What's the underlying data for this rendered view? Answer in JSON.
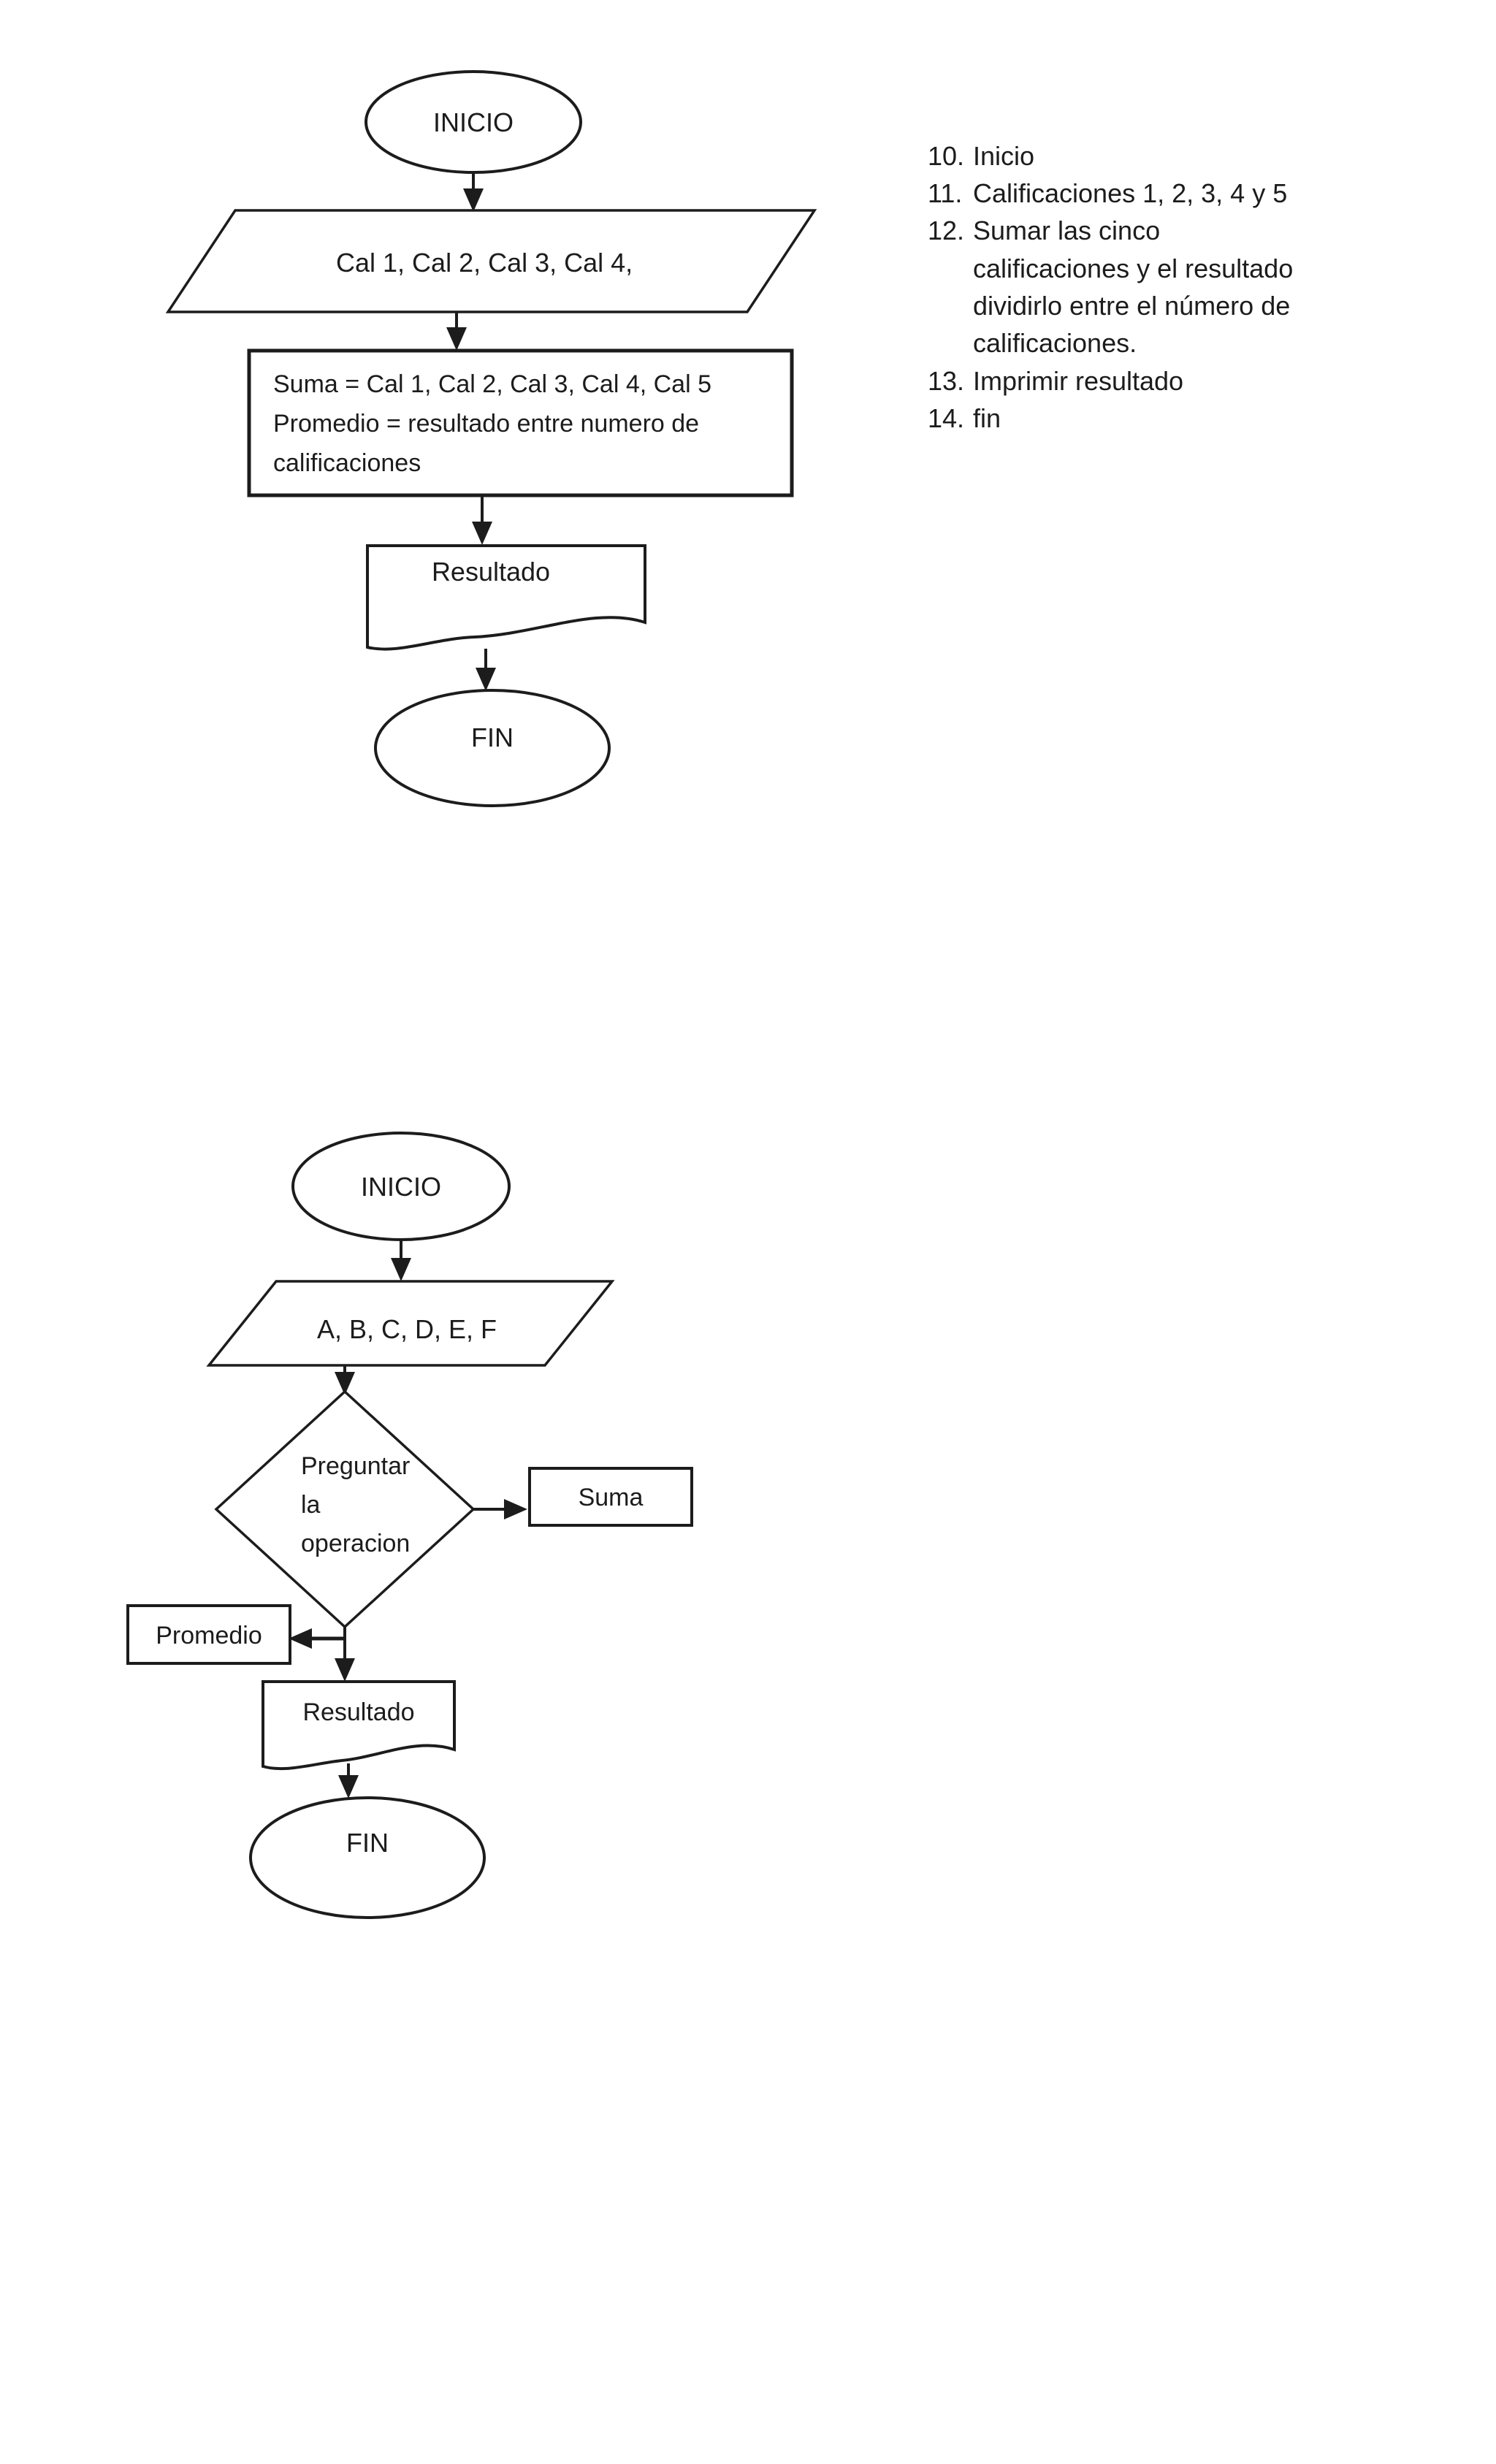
{
  "page": {
    "background": "#ffffff",
    "ink_color": "#1c1c1c"
  },
  "flowchart_top": {
    "start_label": "INICIO",
    "input_label": "Cal 1, Cal 2, Cal 3, Cal 4,",
    "process_lines": [
      "Suma = Cal 1, Cal 2, Cal 3, Cal 4, Cal 5",
      "Promedio = resultado entre numero de",
      "calificaciones"
    ],
    "output_label": "Resultado",
    "end_label": "FIN"
  },
  "numbered_list": {
    "rows": [
      {
        "num": "10.",
        "text": "Inicio"
      },
      {
        "num": "11.",
        "text": "Calificaciones 1, 2, 3, 4 y 5"
      },
      {
        "num": "12.",
        "text": "Sumar las cinco"
      },
      {
        "num": "",
        "text": "calificaciones y el resultado"
      },
      {
        "num": "",
        "text": "dividirlo entre el número de"
      },
      {
        "num": "",
        "text": "calificaciones."
      },
      {
        "num": "13.",
        "text": "Imprimir resultado"
      },
      {
        "num": "14.",
        "text": "fin"
      }
    ]
  },
  "flowchart_bottom": {
    "start_label": "INICIO",
    "input_label": "A, B, C, D, E, F",
    "decision_lines": [
      "Preguntar",
      "la",
      "operacion"
    ],
    "branch_right_label": "Suma",
    "branch_left_label": "Promedio",
    "output_label": "Resultado",
    "end_label": "FIN"
  }
}
